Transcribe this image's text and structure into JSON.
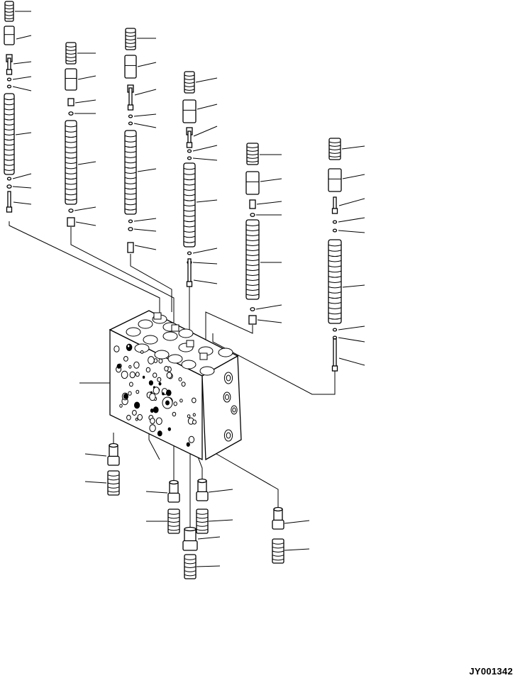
{
  "diagram": {
    "drawing_code": "JY001342",
    "style": {
      "line_color": "#000000",
      "background": "#ffffff"
    },
    "parts": [
      {
        "name": "valve-body",
        "kind": "block"
      },
      {
        "name": "spool-stack-1",
        "kind": "spool-stack"
      },
      {
        "name": "spool-stack-2",
        "kind": "spool-stack"
      },
      {
        "name": "spool-stack-3",
        "kind": "spool-stack"
      },
      {
        "name": "spool-stack-4",
        "kind": "spool-stack"
      },
      {
        "name": "spool-stack-5",
        "kind": "spool-stack"
      },
      {
        "name": "spool-stack-6",
        "kind": "spool-stack"
      },
      {
        "name": "lower-plug-spring-1",
        "kind": "plug-and-spring"
      },
      {
        "name": "lower-plug-spring-2",
        "kind": "plug-and-spring"
      },
      {
        "name": "lower-plug-spring-3",
        "kind": "plug-and-spring"
      },
      {
        "name": "lower-plug-spring-4",
        "kind": "plug-and-spring"
      },
      {
        "name": "lower-plug-spring-5",
        "kind": "plug-and-spring"
      }
    ]
  }
}
